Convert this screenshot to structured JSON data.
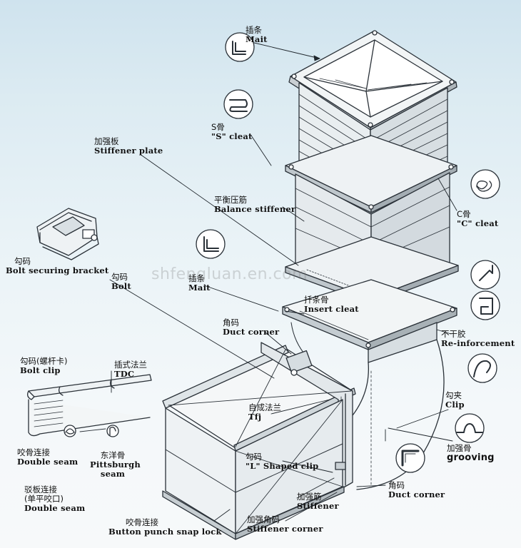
{
  "labels": {
    "mait_top": {
      "cn": "插条",
      "en": "Mait"
    },
    "s_cleat": {
      "cn": "S骨",
      "en": "\"S\" cleat"
    },
    "stiffener_plate": {
      "cn": "加强板",
      "en": "Stiffener plate"
    },
    "balance_stiffener": {
      "cn": "平衡压筋",
      "en": "Balance stiffener"
    },
    "c_cleat": {
      "cn": "C骨",
      "en": "\"C\" cleat"
    },
    "bolt_securing_bracket": {
      "cn": "勾码",
      "en": "Bolt securing bracket"
    },
    "bolt": {
      "cn": "勾码",
      "en": "Bolt"
    },
    "mait_mid": {
      "cn": "插条",
      "en": "Mait"
    },
    "insert_cleat": {
      "cn": "扦条骨",
      "en": "Insert cleat"
    },
    "reinforcement": {
      "cn": "不干胶",
      "en": "Re-inforcement"
    },
    "duct_corner_top": {
      "cn": "角码",
      "en": "Duct corner"
    },
    "bolt_clip": {
      "cn": "勾码(螺杆卡)",
      "en": "Bolt clip"
    },
    "tdc": {
      "cn": "插式法兰",
      "en": "TDC"
    },
    "clip": {
      "cn": "勾夹",
      "en": "Clip"
    },
    "tfj": {
      "cn": "自成法兰",
      "en": "Tfj"
    },
    "grooving": {
      "cn": "加强骨",
      "en": "grooving"
    },
    "double_seam_1": {
      "cn": "咬骨连接",
      "en": "Double seam"
    },
    "pittsburgh": {
      "cn": "东洋骨",
      "en": "Pittsburgh seam"
    },
    "l_shaped_clip": {
      "cn": "勾码",
      "en": "\"L\" Shaped clip"
    },
    "duct_corner_bottom": {
      "cn": "角码",
      "en": "Duct corner"
    },
    "double_seam_2": {
      "cn": "驳板连接",
      "cn2": "(单平咬口)",
      "en": "Double seam"
    },
    "stiffener": {
      "cn": "加强筋",
      "en": "Stiffener"
    },
    "button_punch": {
      "cn": "咬骨连接",
      "en": "Button punch snap lock"
    },
    "stiffener_corner": {
      "cn": "加强角码",
      "en": "Stiffener corner"
    }
  },
  "watermark": "shfengluan.en.com"
}
